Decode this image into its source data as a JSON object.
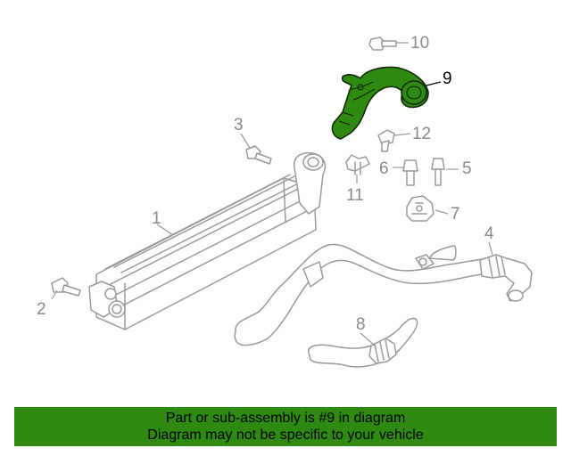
{
  "parts": [
    {
      "id": "1",
      "label": "1"
    },
    {
      "id": "2",
      "label": "2"
    },
    {
      "id": "3",
      "label": "3"
    },
    {
      "id": "4",
      "label": "4"
    },
    {
      "id": "5",
      "label": "5"
    },
    {
      "id": "6",
      "label": "6"
    },
    {
      "id": "7",
      "label": "7"
    },
    {
      "id": "8",
      "label": "8"
    },
    {
      "id": "9",
      "label": "9"
    },
    {
      "id": "10",
      "label": "10"
    },
    {
      "id": "11",
      "label": "11"
    },
    {
      "id": "12",
      "label": "12"
    }
  ],
  "highlighted_part": "9",
  "banner": {
    "line1": "Part or sub-assembly is #9 in diagram",
    "line2": "Diagram may not be specific to your vehicle"
  },
  "colors": {
    "highlight": "#2f8a12",
    "outline": "#9a9a9a",
    "banner_bg": "#2f8a12"
  }
}
